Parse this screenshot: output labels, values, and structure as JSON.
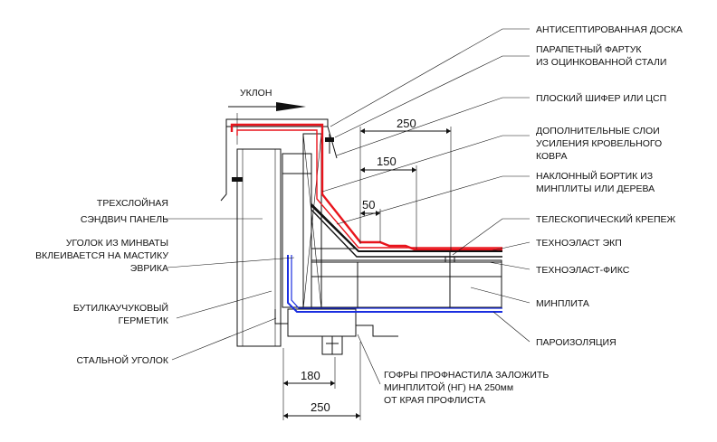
{
  "labels_right": [
    "АНТИСЕПТИРОВАННАЯ ДОСКА",
    "ПАРАПЕТНЫЙ ФАРТУК",
    "ИЗ ОЦИНКОВАННОЙ СТАЛИ",
    "ПЛОСКИЙ ШИФЕР ИЛИ ЦСП",
    "ДОПОЛНИТЕЛЬНЫЕ СЛОИ",
    "УСИЛЕНИЯ КРОВЕЛЬНОГО",
    "КОВРА",
    "НАКЛОННЫЙ БОРТИК ИЗ",
    "МИНПЛИТЫ ИЛИ ДЕРЕВА",
    "ТЕЛЕСКОПИЧЕСКИЙ КРЕПЕЖ",
    "ТЕХНОЭЛАСТ ЭКП",
    "ТЕХНОЭЛАСТ-ФИКС",
    "МИНПЛИТА",
    "ПАРОИЗОЛЯЦИЯ"
  ],
  "labels_left": [
    "ТРЕХСЛОЙНАЯ",
    "СЭНДВИЧ ПАНЕЛЬ",
    "УГОЛОК ИЗ МИНВАТЫ",
    "ВКЛЕИВАЕТСЯ НА МАСТИКУ",
    "ЭВРИКА",
    "БУТИЛКАУЧУКОВЫЙ",
    "ГЕРМЕТИК",
    "СТАЛЬНОЙ УГОЛОК"
  ],
  "label_bottom": [
    "ГОФРЫ ПРОФНАСТИЛА ЗАЛОЖИТЬ",
    "МИНПЛИТОЙ (НГ) НА 250мм",
    "ОТ КРАЯ ПРОФЛИСТА"
  ],
  "slope_label": "УКЛОН",
  "dimensions": [
    "250",
    "150",
    "50",
    "180",
    "250"
  ],
  "colors": {
    "flashing": "#e8141c",
    "vapor_barrier": "#1a2ee0",
    "lines": "#111111"
  }
}
